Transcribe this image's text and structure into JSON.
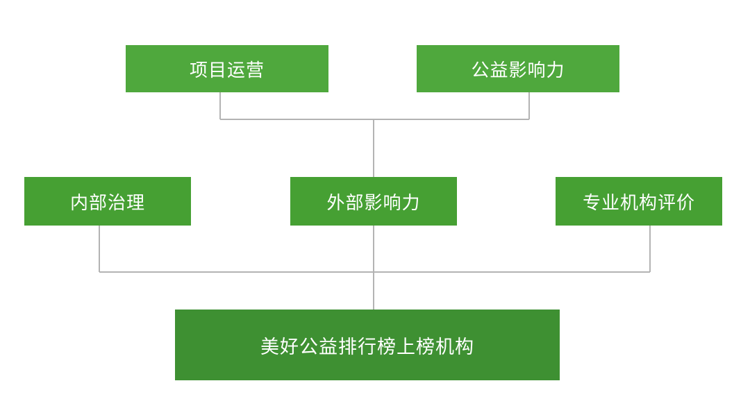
{
  "diagram": {
    "top_nodes": [
      {
        "id": "project-operation",
        "label": "项目运营"
      },
      {
        "id": "public-welfare-influence",
        "label": "公益影响力"
      }
    ],
    "middle_nodes": [
      {
        "id": "internal-governance",
        "label": "内部治理"
      },
      {
        "id": "external-influence",
        "label": "外部影响力"
      },
      {
        "id": "professional-evaluation",
        "label": "专业机构评价"
      }
    ],
    "root_node": {
      "id": "ranked-organizations",
      "label": "美好公益排行榜上榜机构"
    },
    "colors": {
      "top_box": "#4fa83d",
      "middle_box": "#46a033",
      "root_box": "#3e9032",
      "connector": "#b3b3b3",
      "text": "#ffffff"
    }
  }
}
